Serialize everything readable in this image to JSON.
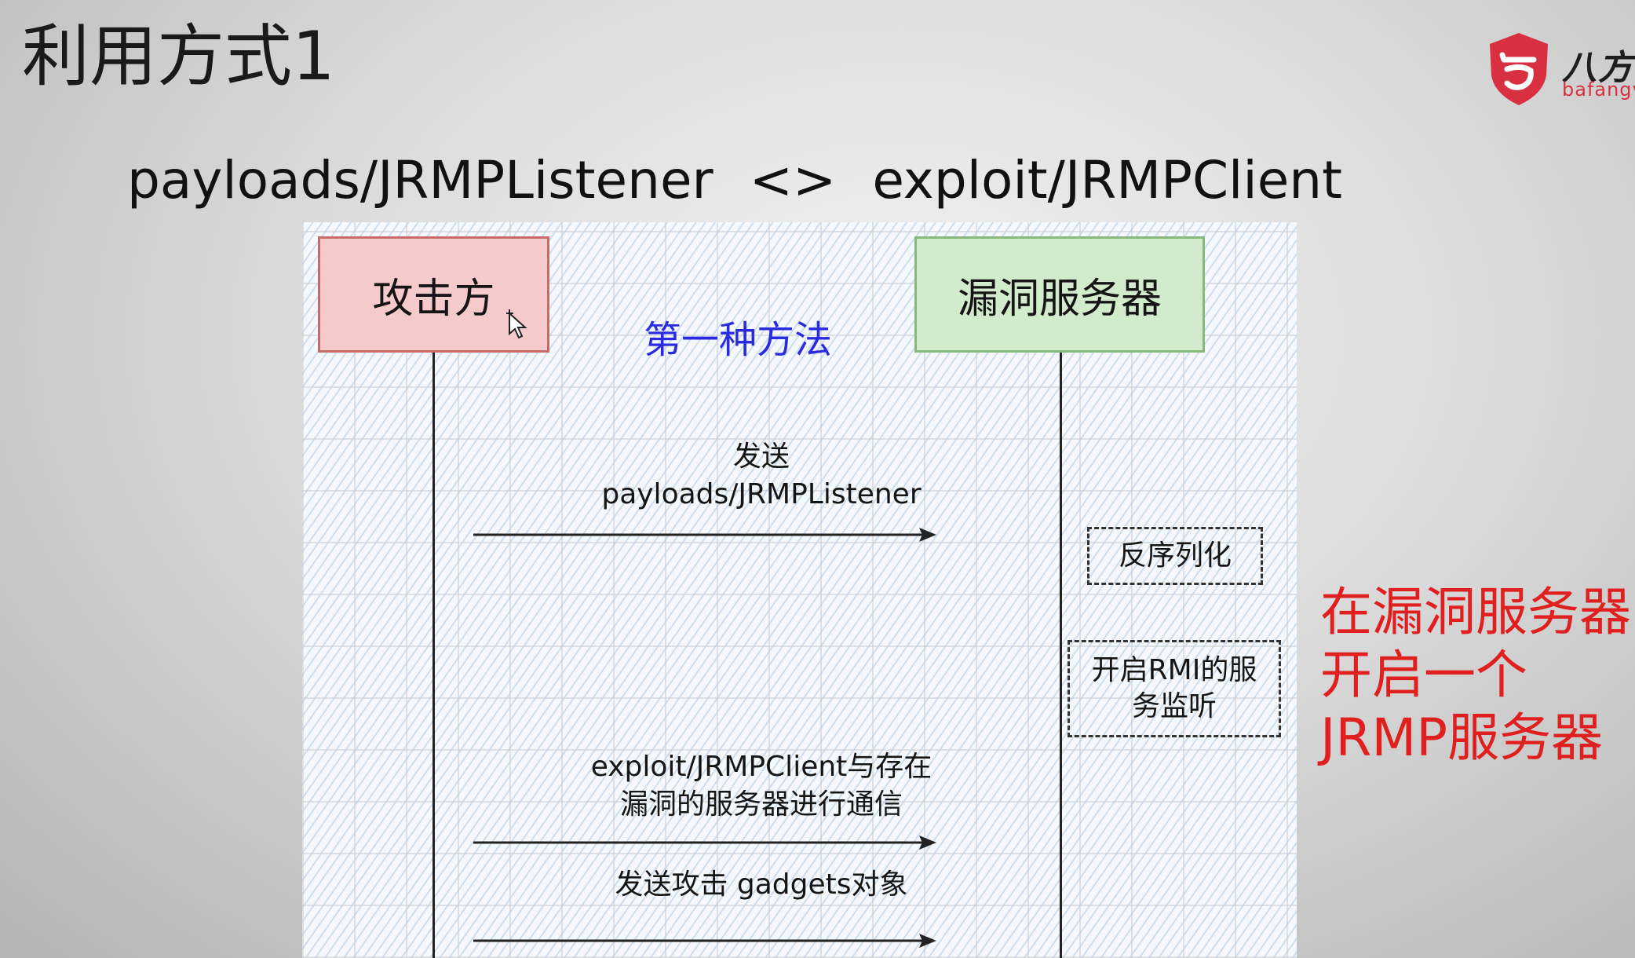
{
  "slide": {
    "title": "利用方式1",
    "subtitle_left": "payloads/JRMPListener",
    "subtitle_sep": "<>",
    "subtitle_right": "exploit/JRMPClient"
  },
  "logo": {
    "name": "八方",
    "sub": "bafangv"
  },
  "diagram": {
    "method_title": "第一种方法",
    "actors": {
      "attacker": "攻击方",
      "server": "漏洞服务器"
    },
    "messages": [
      {
        "lines": [
          "发送",
          "payloads/JRMPListener"
        ]
      },
      {
        "lines": [
          "exploit/JRMPClient与存在",
          "漏洞的服务器进行通信"
        ]
      },
      {
        "lines": [
          "发送攻击 gadgets对象"
        ]
      }
    ],
    "notes": {
      "deserialize": [
        "反序列化"
      ],
      "rmi_listen": [
        "开启RMI的服",
        "务监听"
      ]
    }
  },
  "annotation": {
    "lines": [
      "在漏洞服务器",
      "开启一个",
      "JRMP服务器"
    ]
  },
  "colors": {
    "attacker_fill": "#f5caca",
    "server_fill": "#d3ebcd",
    "method_title": "#2a2ae0",
    "annotation": "#e01f1f",
    "logo_red": "#d83040"
  }
}
